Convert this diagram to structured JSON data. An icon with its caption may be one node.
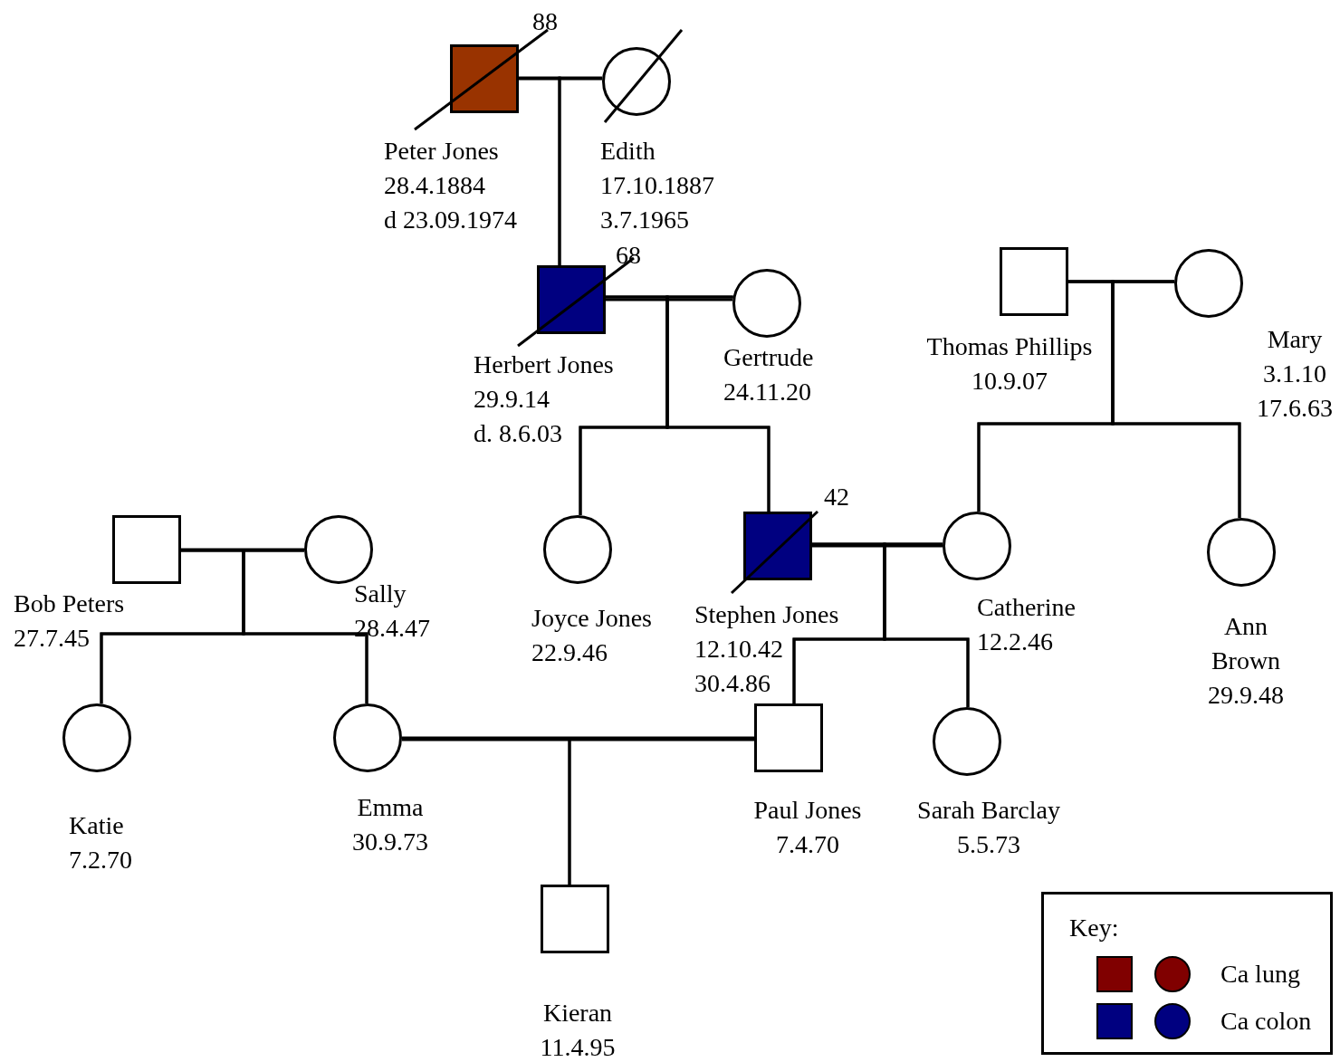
{
  "diagram": {
    "nodes": [
      {
        "text": [
          "Peter Jones",
          "28.4.1884",
          "d 23.09.1974"
        ],
        "beside": [
          "88"
        ]
      },
      {
        "text": [
          "Edith",
          "17.10.1887",
          "3.7.1965"
        ]
      },
      {
        "text": [
          "Herbert Jones",
          "29.9.14",
          "d. 8.6.03"
        ],
        "beside": [
          "68"
        ]
      },
      {
        "text": [
          "Gertrude",
          "24.11.20"
        ]
      },
      {
        "text": [
          "Thomas Phillips",
          "10.9.07"
        ]
      },
      {
        "text": [
          "Mary",
          "3.1.10",
          "17.6.63"
        ]
      },
      {
        "text": [
          "Bob Peters",
          "27.7.45"
        ]
      },
      {
        "text": [
          "Sally",
          "28.4.47"
        ]
      },
      {
        "text": [
          "Joyce Jones",
          "22.9.46"
        ]
      },
      {
        "text": [
          "Stephen Jones",
          "12.10.42",
          "30.4.86"
        ],
        "beside": [
          "42"
        ]
      },
      {
        "text": [
          "Catherine",
          "12.2.46"
        ]
      },
      {
        "text": [
          "Ann Brown",
          "29.9.48"
        ]
      },
      {
        "text": [
          "Katie",
          "7.2.70"
        ]
      },
      {
        "text": [
          "Emma",
          "30.9.73"
        ]
      },
      {
        "text": [
          "Paul Jones",
          "7.4.70"
        ]
      },
      {
        "text": [
          "Sarah Barclay",
          "5.5.73"
        ]
      },
      {
        "text": [
          "Kieran",
          "11.4.95"
        ]
      }
    ],
    "edges": [
      {
        "from": 0,
        "to": 1,
        "arrow": "none"
      },
      {
        "from": 0,
        "to": 2,
        "arrow": "none"
      },
      {
        "from": 1,
        "to": 2,
        "arrow": "none"
      },
      {
        "from": 2,
        "to": 3,
        "arrow": "none"
      },
      {
        "from": 2,
        "to": 8,
        "arrow": "none"
      },
      {
        "from": 3,
        "to": 8,
        "arrow": "none"
      },
      {
        "from": 2,
        "to": 9,
        "arrow": "none"
      },
      {
        "from": 3,
        "to": 9,
        "arrow": "none"
      },
      {
        "from": 4,
        "to": 5,
        "arrow": "none"
      },
      {
        "from": 4,
        "to": 10,
        "arrow": "none"
      },
      {
        "from": 5,
        "to": 10,
        "arrow": "none"
      },
      {
        "from": 4,
        "to": 11,
        "arrow": "none"
      },
      {
        "from": 5,
        "to": 11,
        "arrow": "none"
      },
      {
        "from": 6,
        "to": 7,
        "arrow": "none"
      },
      {
        "from": 6,
        "to": 12,
        "arrow": "none"
      },
      {
        "from": 7,
        "to": 12,
        "arrow": "none"
      },
      {
        "from": 6,
        "to": 13,
        "arrow": "none"
      },
      {
        "from": 7,
        "to": 13,
        "arrow": "none"
      },
      {
        "from": 9,
        "to": 10,
        "arrow": "none"
      },
      {
        "from": 9,
        "to": 14,
        "arrow": "none"
      },
      {
        "from": 10,
        "to": 14,
        "arrow": "none"
      },
      {
        "from": 9,
        "to": 15,
        "arrow": "none"
      },
      {
        "from": 10,
        "to": 15,
        "arrow": "none"
      },
      {
        "from": 13,
        "to": 14,
        "arrow": "none"
      },
      {
        "from": 13,
        "to": 16,
        "arrow": "none"
      },
      {
        "from": 14,
        "to": 16,
        "arrow": "none"
      }
    ],
    "labels": [
      "Key:"
    ],
    "legend": [
      {
        "text": "Ca lung",
        "color": "#800000"
      },
      {
        "text": "Ca colon",
        "color": "#000080"
      }
    ]
  }
}
